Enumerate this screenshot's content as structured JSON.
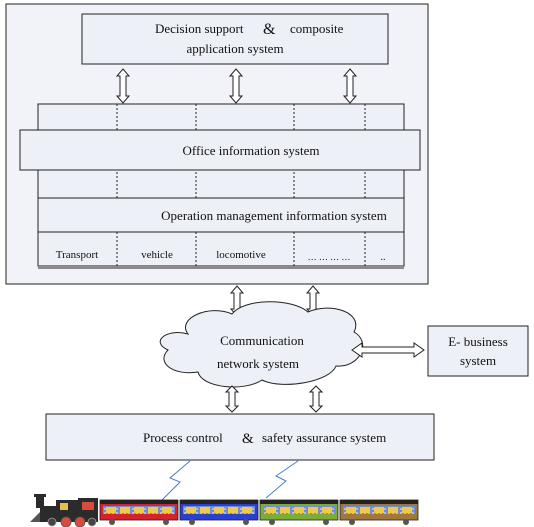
{
  "diagram": {
    "decision_support": {
      "line1_before": "Decision support",
      "amp": "&",
      "line1_after": "composite",
      "line2": "application system"
    },
    "office": "Office information system",
    "operation": "Operation management information system",
    "modules": [
      "Transport",
      "vehicle",
      "locomotive",
      "… … … …",
      ".."
    ],
    "communication": {
      "line1": "Communication",
      "line2": "network system"
    },
    "ebusiness": {
      "line1": "E- business",
      "line2": "system"
    },
    "process": {
      "before": "Process control",
      "amp": "&",
      "after": "safety assurance system"
    }
  },
  "colors": {
    "box_fill": "#eef0f8",
    "outer_fill": "#f2f3f9",
    "stroke": "#222222",
    "signal": "#4a7fc4",
    "car_colors": [
      "#d4232b",
      "#2b3fd0",
      "#7cab3a",
      "#a0783e"
    ],
    "window": "#f2c84b"
  }
}
